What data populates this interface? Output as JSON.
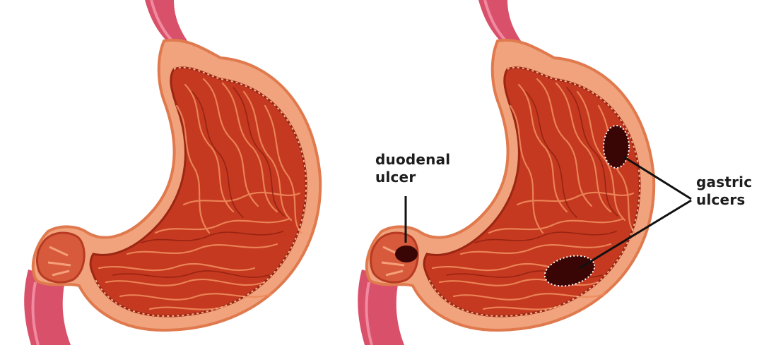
{
  "figure": {
    "panels": [
      {
        "id": "healthy-stomach",
        "ulcers": []
      },
      {
        "id": "ulcerated-stomach",
        "ulcers": [
          "duodenal",
          "gastric",
          "gastric"
        ]
      }
    ],
    "labels": {
      "duodenal": {
        "line1": "duodenal",
        "line2": "ulcer"
      },
      "gastric": {
        "line1": "gastric",
        "line2": "ulcers"
      }
    },
    "colors": {
      "outer_wall": "#f0a37c",
      "outer_edge": "#e07a4e",
      "mucosa": "#c4391f",
      "mucosa_dark": "#8e1e0f",
      "fold_highlight": "#ef8a5c",
      "esophagus": "#d9506a",
      "ulcer": "#3a0505",
      "leader_line": "#111111"
    }
  }
}
